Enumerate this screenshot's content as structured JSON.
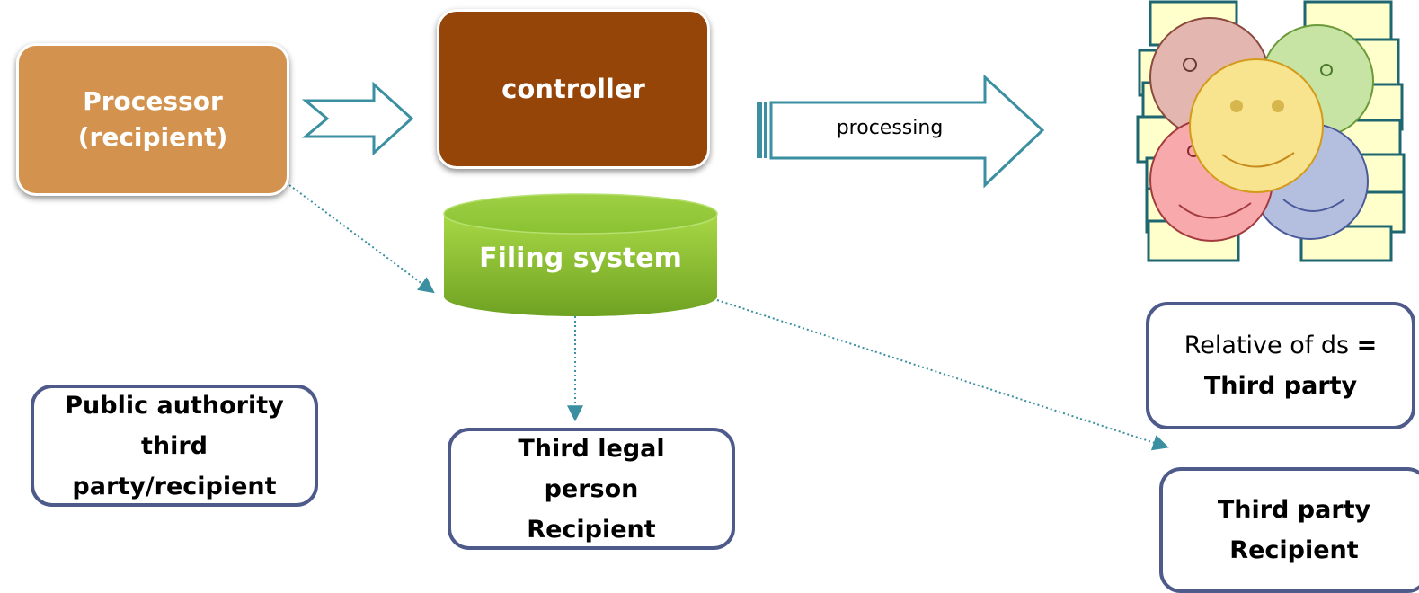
{
  "nodes": {
    "processor": "Processor\n(recipient)",
    "controller": "controller",
    "filing_system": "Filing system",
    "public_authority": "Public authority\nthird\nparty/recipient",
    "third_legal": "Third legal\nperson\nRecipient",
    "relative_prefix": "Relative of ds ",
    "relative_eq": "=",
    "relative_third": "Third party",
    "third_party_recipient": "Third party\nRecipient"
  },
  "edges": {
    "processing_label": "processing"
  },
  "colors": {
    "processor_fill": "#d3924d",
    "controller_fill": "#954508",
    "filing_fill": "#7fb52a",
    "outline_border": "#4d5a8a",
    "arrow_teal": "#3a8fa0",
    "face_colors": [
      "#e3b7b0",
      "#c7e4a4",
      "#f8e48e",
      "#f7a9ab",
      "#b4bfe0"
    ]
  },
  "icons": [
    "data-subjects-faces-icon"
  ]
}
